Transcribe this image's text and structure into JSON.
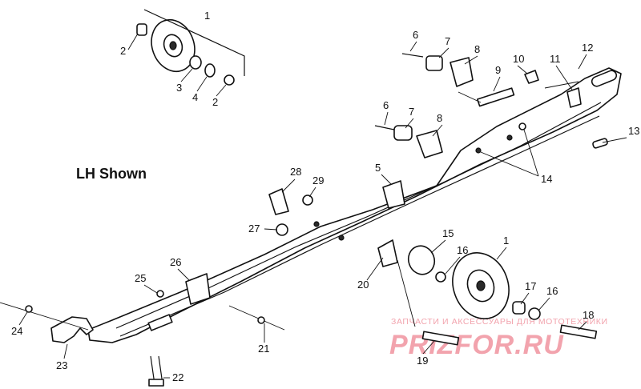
{
  "caption": "LH Shown",
  "callouts": [
    "1",
    "2",
    "3",
    "4",
    "2",
    "6",
    "7",
    "8",
    "9",
    "10",
    "11",
    "12",
    "6",
    "7",
    "8",
    "13",
    "14",
    "5",
    "28",
    "29",
    "27",
    "15",
    "16",
    "1",
    "17",
    "16",
    "18",
    "19",
    "20",
    "26",
    "25",
    "24",
    "23",
    "21",
    "22"
  ],
  "watermark": {
    "tagline": "ЗАПЧАСТИ И АКСЕССУАРЫ ДЛЯ МОТОТЕХНИКИ",
    "brand": "PRIZFOR.RU"
  },
  "colors": {
    "ink": "#111111",
    "watermark": "#f2a3ad",
    "background": "#ffffff"
  }
}
